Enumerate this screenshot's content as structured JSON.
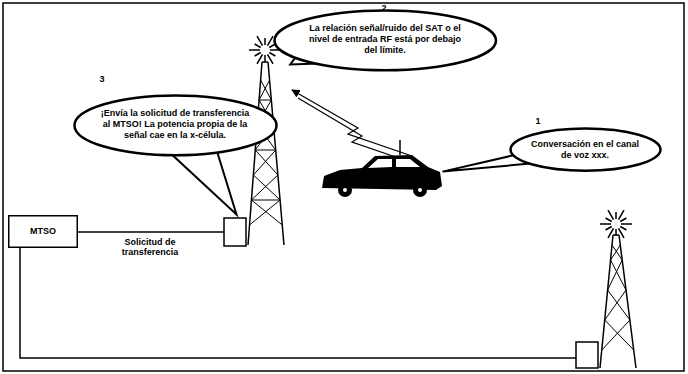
{
  "diagram": {
    "nodes": [
      {
        "text": [
          "Conversación en el canal de voz xxx."
        ]
      },
      {
        "text": [
          "La relación señal/ruido del SAT o el nivel de entrada RF está por debajo del límite."
        ]
      },
      {
        "text": [
          "¡Envía la solicitud de transferencia al MTSO! La potencia propia de la señal cae en la x-célula."
        ]
      },
      {
        "text": [
          "MTSO"
        ]
      }
    ],
    "labels": [
      "1",
      "2",
      "3",
      "Solicitud de transferencia"
    ]
  }
}
